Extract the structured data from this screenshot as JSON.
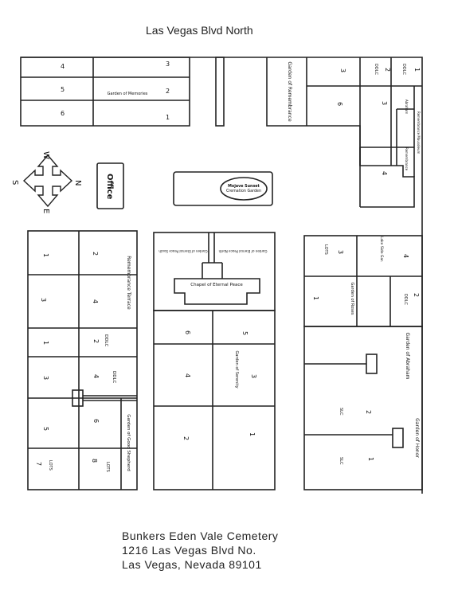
{
  "header": {
    "street": "Las Vegas Blvd North"
  },
  "footer": {
    "name": "Bunkers Eden Vale Cemetery",
    "address1": "1216 Las Vegas Blvd No.",
    "address2": "Las Vegas, Nevada 89101"
  },
  "compass": {
    "n": "N",
    "s": "S",
    "e": "E",
    "w": "W"
  },
  "office": "Office",
  "mojave": {
    "line1": "Mojave Sunset",
    "line2": "Cremation Garden"
  },
  "chapel": "Chapel of Eternal Peace",
  "top_left_block": {
    "left": [
      "4",
      "5",
      "6"
    ],
    "right": [
      "3",
      "2",
      "1"
    ],
    "garden": "Garden of Memories"
  },
  "top_right_block": {
    "remembrance": "Garden of Remembrance",
    "n3": "3",
    "n6": "6",
    "n2": "2",
    "n1": "1",
    "n3b": "3",
    "n4": "4",
    "ddlc1": "DDLC",
    "ddlc2": "DDLC",
    "abraham": "Abraham",
    "mausoleum": "Remembrance Mausoleum",
    "remembrance_small": "Remembrance"
  },
  "left_block": {
    "n1": "1",
    "n2": "2",
    "n3": "3",
    "n4": "4",
    "n1b": "1",
    "n2b": "2",
    "n3b": "3",
    "n4b": "4",
    "n5": "5",
    "n6": "6",
    "n7": "7",
    "n8": "8",
    "terrace": "Remembrance Terrace",
    "ddlc_a": "DDLC",
    "ddlc_b": "DDLC",
    "lots_a": "LOTS",
    "lots_b": "LOTS",
    "shepherd": "Garden of Good Shepherd"
  },
  "center_block": {
    "chapel_left": "Garden of Eternal Peace South",
    "chapel_right": "Garden of Eternal Peace North",
    "n6": "6",
    "n5": "5",
    "n4": "4",
    "n3": "3",
    "n2": "2",
    "n1": "1",
    "serenity": "Garden of Serenity"
  },
  "right_block": {
    "n3": "3",
    "n4": "4",
    "n2": "2",
    "n1": "1",
    "lots": "LOTS",
    "lakeside": "Lake Side Gar.",
    "roses": "Garden of Roses",
    "ddlc": "DDLC",
    "abraham": "Garden of Abraham",
    "n2b": "2",
    "n1b": "1",
    "slc_a": "SLC",
    "slc_b": "SLC",
    "honor": "Garden of Honor"
  }
}
